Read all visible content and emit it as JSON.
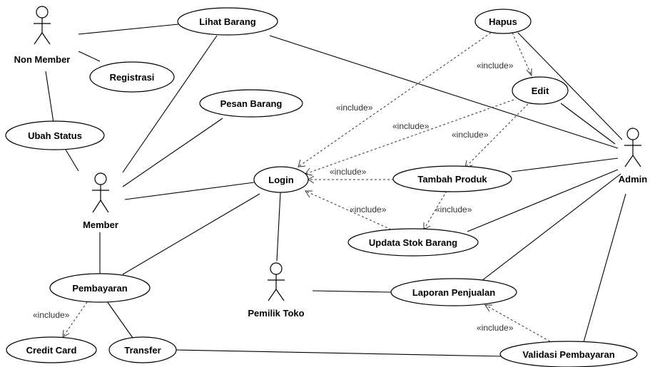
{
  "actors": {
    "non_member": "Non Member",
    "member": "Member",
    "pemilik_toko": "Pemilik Toko",
    "admin": "Admin"
  },
  "use_cases": {
    "lihat_barang": "Lihat Barang",
    "registrasi": "Registrasi",
    "pesan_barang": "Pesan Barang",
    "ubah_status": "Ubah Status",
    "login": "Login",
    "hapus": "Hapus",
    "edit": "Edit",
    "tambah_produk": "Tambah Produk",
    "updata_stok_barang": "Updata Stok Barang",
    "pembayaran": "Pembayaran",
    "credit_card": "Credit Card",
    "transfer": "Transfer",
    "laporan_penjualan": "Laporan Penjualan",
    "validasi_pembayaran": "Validasi Pembayaran"
  },
  "stereotype": "«include»"
}
